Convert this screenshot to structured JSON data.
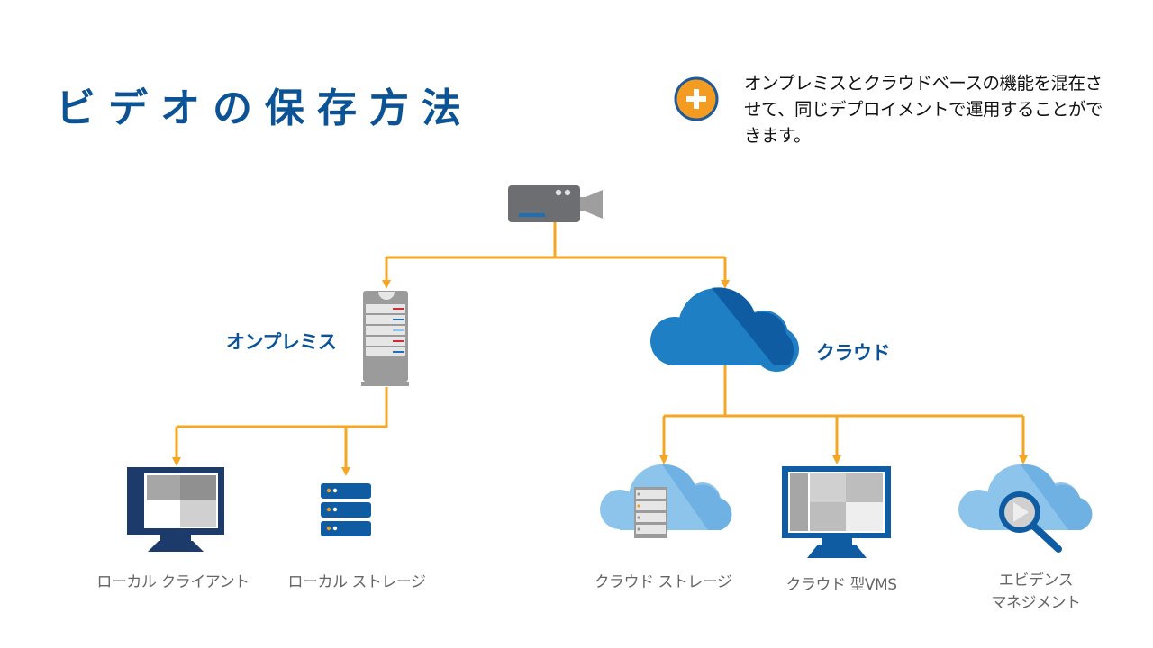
{
  "title": "ビデオの保存方法",
  "callout": {
    "icon": "plus-circle-icon",
    "text": "オンプレミスとクラウドベースの機能を混在させて、同じデプロイメントで運用することができます。"
  },
  "branches": {
    "onprem_label": "オンプレミス",
    "cloud_label": "クラウド"
  },
  "leaves": {
    "local_client": "ローカル クライアント",
    "local_storage": "ローカル ストレージ",
    "cloud_storage": "クラウド ストレージ",
    "cloud_vms": "クラウド 型VMS",
    "evidence_line1": "エビデンス",
    "evidence_line2": "マネジメント"
  },
  "icons": {
    "root": "video-camera-icon",
    "onprem": "server-tower-icon",
    "cloud": "cloud-icon",
    "local_client": "monitor-icon",
    "local_storage": "server-stack-icon",
    "cloud_storage": "cloud-server-icon",
    "cloud_vms": "monitor-icon",
    "evidence": "cloud-search-icon"
  },
  "colors": {
    "title": "#0b5394",
    "connector": "#f5a623",
    "accent_orange": "#f39c21",
    "brand_blue": "#1f6fb5",
    "light_blue": "#8cc4ec",
    "gray": "#7f7f7f"
  }
}
